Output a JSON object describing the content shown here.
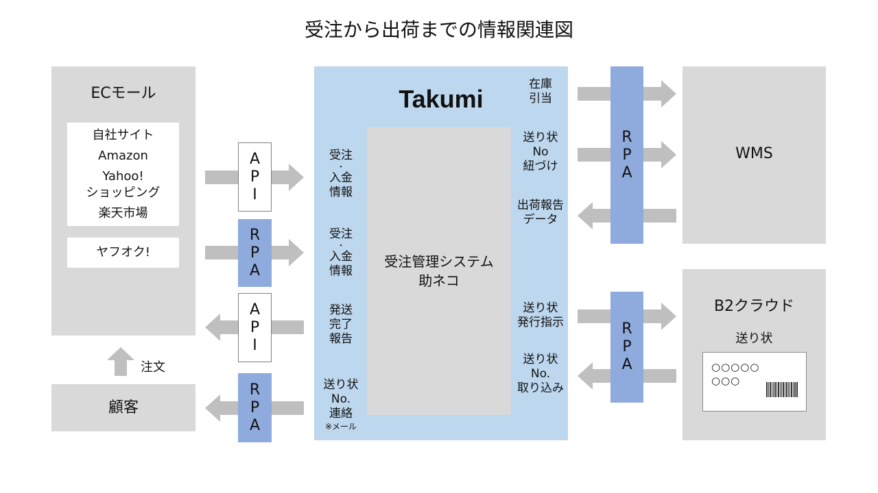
{
  "title": "受注から出荷までの情報関連図",
  "ec_mall": {
    "label": "ECモール",
    "shops": [
      "自社サイト",
      "Amazon",
      "Yahoo!",
      "ショッピング",
      "楽天市場"
    ],
    "yafuoku": "ヤフオク!"
  },
  "customer": {
    "label": "顧客"
  },
  "order_label": "注文",
  "connectors": {
    "api_letters": [
      "A",
      "P",
      "I"
    ],
    "rpa_letters": [
      "R",
      "P",
      "A"
    ]
  },
  "takumi": {
    "label": "Takumi",
    "inner": [
      "受注管理システム",
      "助ネコ"
    ],
    "left_flows": {
      "order1": {
        "line1": "受注",
        "dot": "・",
        "line2": "入金",
        "line3": "情報"
      },
      "order2": {
        "line1": "受注",
        "dot": "・",
        "line2": "入金",
        "line3": "情報"
      },
      "ship_done": [
        "発送",
        "完了",
        "報告"
      ],
      "tracking": [
        "送り状",
        "No.",
        "連絡"
      ],
      "tracking_note": "※メール"
    },
    "right_flows": {
      "stock": [
        "在庫",
        "引当"
      ],
      "label_link": [
        "送り状",
        "No",
        "紐づけ"
      ],
      "ship_report": [
        "出荷報告",
        "データ"
      ],
      "label_issue": [
        "送り状",
        "発行指示"
      ],
      "label_import": [
        "送り状",
        "No.",
        "取り込み"
      ]
    }
  },
  "wms": {
    "label": "WMS"
  },
  "b2": {
    "label": "B2クラウド",
    "sublabel": "送り状",
    "card_lines": [
      "○○○○○",
      "○○○"
    ]
  }
}
